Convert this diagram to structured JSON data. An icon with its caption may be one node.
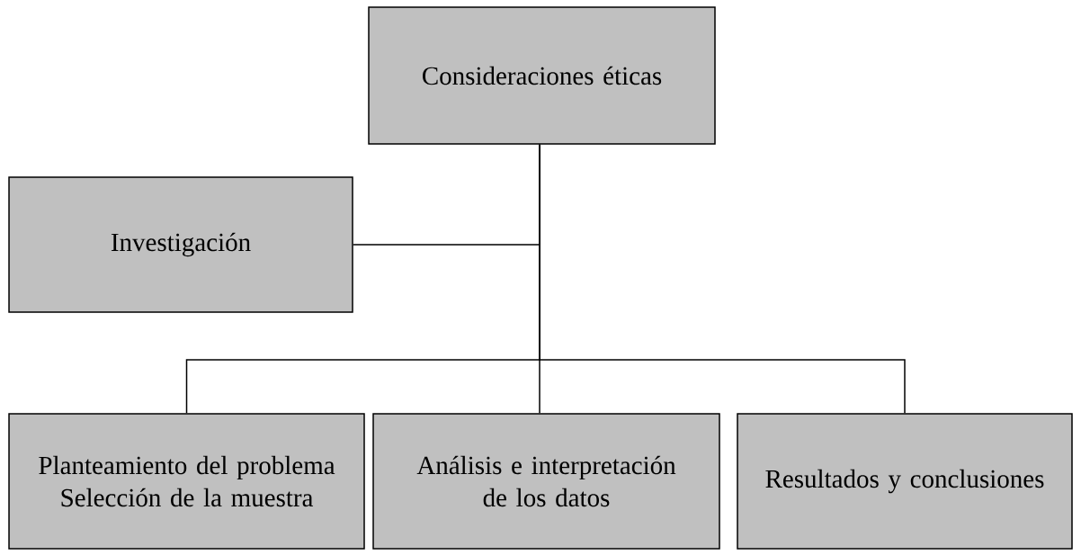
{
  "diagram": {
    "nodes": [
      {
        "text": [
          "Consideraciones éticas"
        ]
      },
      {
        "text": [
          "Investigación"
        ]
      },
      {
        "text": [
          "Planteamiento del problema",
          "Selección de la muestra"
        ]
      },
      {
        "text": [
          "Análisis e interpretación de los datos"
        ]
      },
      {
        "text": [
          "Resultados y conclusiones"
        ]
      }
    ],
    "edges": [
      {
        "from": 0,
        "to": 1,
        "arrow": "none"
      },
      {
        "from": 0,
        "to": 2,
        "arrow": "none"
      },
      {
        "from": 0,
        "to": 3,
        "arrow": "none"
      },
      {
        "from": 0,
        "to": 4,
        "arrow": "none"
      }
    ]
  }
}
